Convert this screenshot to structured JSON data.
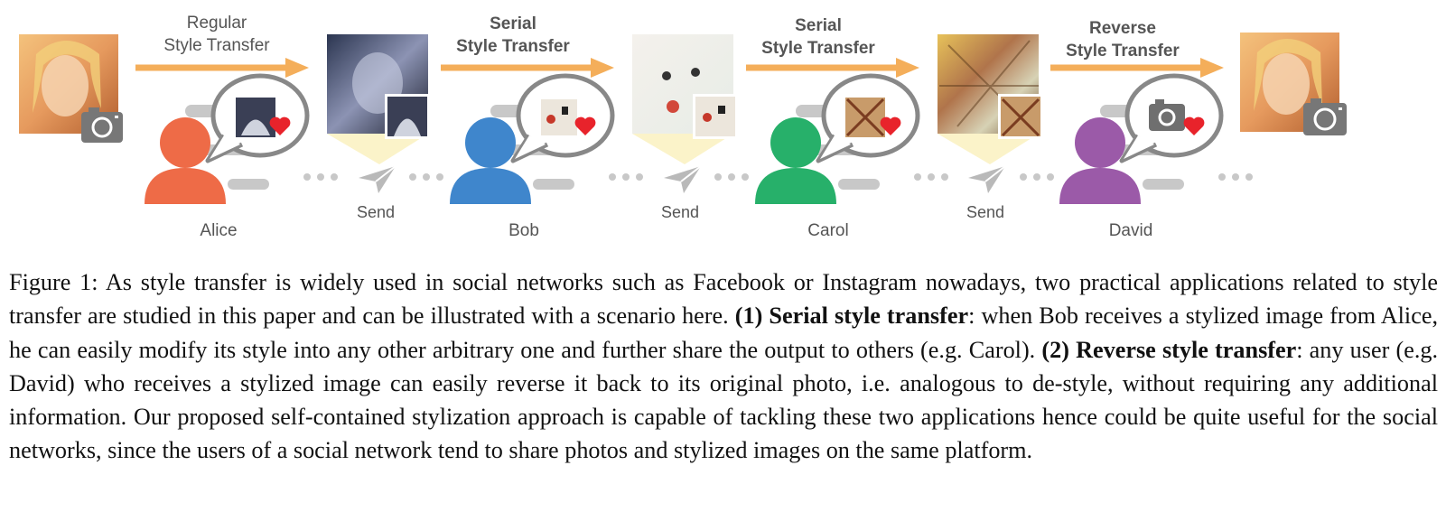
{
  "diagram": {
    "arrows": [
      {
        "line1": "Regular",
        "line2": "Style Transfer",
        "bold": false
      },
      {
        "line1": "Serial",
        "line2": "Style Transfer",
        "bold": true
      },
      {
        "line1": "Serial",
        "line2": "Style Transfer",
        "bold": true
      },
      {
        "line1": "Reverse",
        "line2": "Style Transfer",
        "bold": true
      }
    ],
    "users": [
      {
        "name": "Alice",
        "color": "#ee6b47"
      },
      {
        "name": "Bob",
        "color": "#3f86cc"
      },
      {
        "name": "Carol",
        "color": "#27b06a"
      },
      {
        "name": "David",
        "color": "#9b5aa8"
      }
    ],
    "send_label": "Send",
    "colors": {
      "arrow": "#f4ae5a",
      "gray": "#c8c8c8",
      "heart": "#e8232b",
      "beam": "#fbf3c9"
    }
  },
  "caption": {
    "lead": "Figure 1: As style transfer is widely used in social networks such as Facebook or Instagram nowadays, two practical applications related to style transfer are studied in this paper and can be illustrated with a scenario here.",
    "term1": "(1) Serial style transfer",
    "text1": ": when Bob receives a stylized image from Alice, he can easily modify its style into any other arbitrary one and further share the output to others (e.g. Carol).",
    "term2": "(2) Reverse style transfer",
    "text2": ": any user (e.g. David) who receives a stylized image can easily reverse it back to its original photo, i.e. analogous to de-style, without requiring any additional information. Our proposed self-contained stylization approach is capable of tackling these two applications hence could be quite useful for the social networks, since the users of a social network tend to share photos and stylized images on the same platform."
  }
}
